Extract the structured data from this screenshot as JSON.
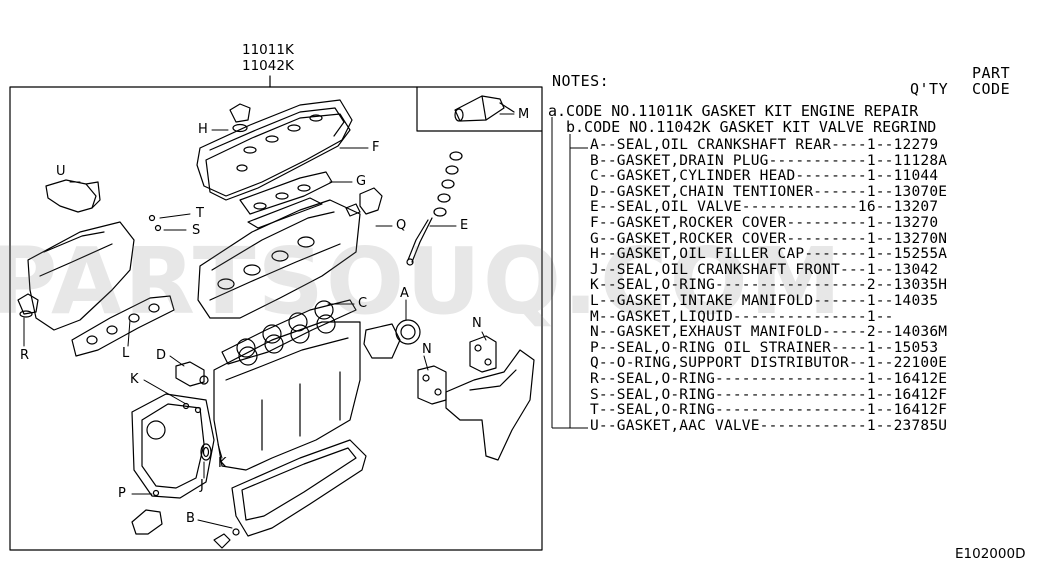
{
  "diagram": {
    "part_numbers": [
      "11011K",
      "11042K"
    ],
    "callouts": {
      "A": "A",
      "B": "B",
      "C": "C",
      "D": "D",
      "E": "E",
      "F": "F",
      "G": "G",
      "H": "H",
      "J": "J",
      "K1": "K",
      "K2": "K",
      "L": "L",
      "M": "M",
      "N1": "N",
      "N2": "N",
      "P": "P",
      "Q": "Q",
      "R": "R",
      "S": "S",
      "T": "T",
      "U": "U"
    },
    "watermark": "PARTSOUQ.COM",
    "drawing_code": "E102000D"
  },
  "notes": {
    "title": "NOTES:",
    "qty_header": "Q'TY",
    "part_header_line1": "PART",
    "part_header_line2": "CODE",
    "kit_a": "a.CODE NO.11011K GASKET KIT ENGINE REPAIR",
    "kit_b": "b.CODE NO.11042K GASKET KIT VALVE REGRIND",
    "rows": [
      "A--SEAL,OIL CRANKSHAFT REAR----1--12279",
      "B--GASKET,DRAIN PLUG-----------1--11128A",
      "C--GASKET,CYLINDER HEAD--------1--11044",
      "D--GASKET,CHAIN TENTIONER------1--13070E",
      "E--SEAL,OIL VALVE-------------16--13207",
      "F--GASKET,ROCKER COVER---------1--13270",
      "G--GASKET,ROCKER COVER---------1--13270N",
      "H--GASKET,OIL FILLER CAP-------1--15255A",
      "J--SEAL,OIL CRANKSHAFT FRONT---1--13042",
      "K--SEAL,O-RING-----------------2--13035H",
      "L--GASKET,INTAKE MANIFOLD------1--14035",
      "M--GASKET,LIQUID---------------1--",
      "N--GASKET,EXHAUST MANIFOLD-----2--14036M",
      "P--SEAL,O-RING OIL STRAINER----1--15053",
      "Q--O-RING,SUPPORT DISTRIBUTOR--1--22100E",
      "R--SEAL,O-RING-----------------1--16412E",
      "S--SEAL,O-RING-----------------1--16412F",
      "T--SEAL,O-RING-----------------1--16412F",
      "U--GASKET,AAC VALVE------------1--23785U"
    ]
  }
}
